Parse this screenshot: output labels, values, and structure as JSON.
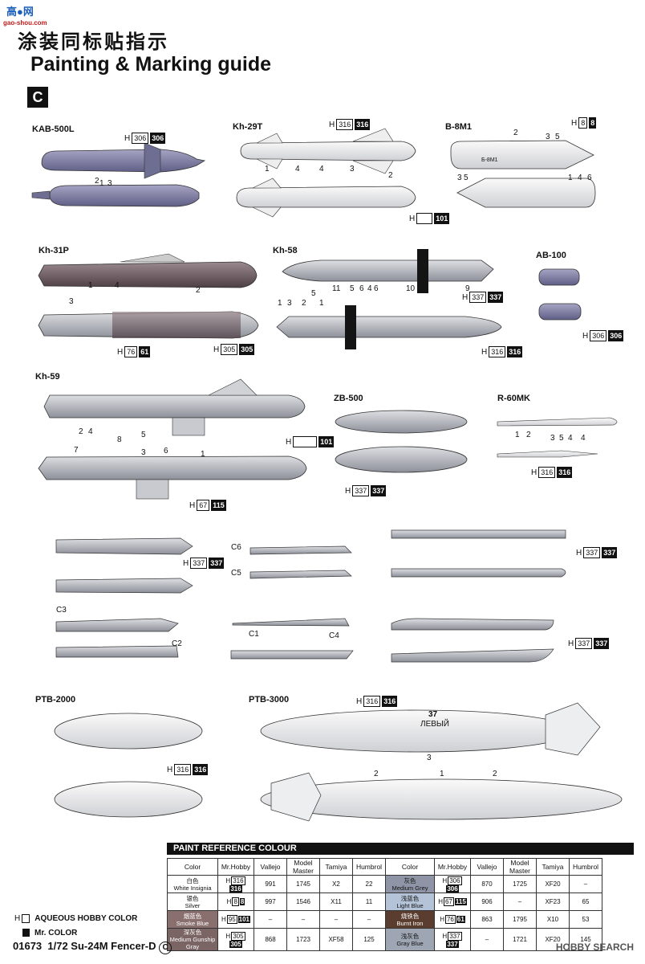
{
  "site": {
    "logo": "高●网",
    "sub": "gao-shou.com"
  },
  "title_cn": "涂装同标贴指示",
  "title_en": "Painting & Marking guide",
  "scheme": "C",
  "labels": {
    "kab": "KAB-500L",
    "kh29": "Kh-29T",
    "b8": "B-8M1",
    "kh31": "Kh-31P",
    "kh58": "Kh-58",
    "ab": "AB-100",
    "kh59": "Kh-59",
    "zb": "ZB-500",
    "r60": "R-60MK",
    "ptb2": "PTB-2000",
    "ptb3": "PTB-3000",
    "c6": "C6",
    "c5": "C5",
    "c3": "C3",
    "c2": "C2",
    "c1": "C1",
    "c4": "C4",
    "ptb_text_num": "37",
    "ptb_text": "ЛЕВЫЙ",
    "b8_text": "Б-8М1"
  },
  "hcodes": {
    "h": "H",
    "c306": "306",
    "c316": "316",
    "c8": "8",
    "c101": "101",
    "c337": "337",
    "c76": "76",
    "c61": "61",
    "c305": "305",
    "c67": "67",
    "c115": "115"
  },
  "nums": {
    "n1": "1",
    "n2": "2",
    "n3": "3",
    "n4": "4",
    "n5": "5",
    "n6": "6",
    "n7": "7",
    "n8": "8",
    "n9": "9",
    "n10": "10",
    "n11": "11"
  },
  "paint": {
    "heading": "PAINT  REFERENCE COLOUR",
    "headers": [
      "Color",
      "Mr.Hobby",
      "Vallejo",
      "Model Master",
      "Tamiya",
      "Humbrol"
    ],
    "left": [
      {
        "cn": "白色",
        "en": "White Insignia",
        "h": "316",
        "m": "316",
        "vallejo": "991",
        "mm": "1745",
        "tamiya": "X2",
        "humbrol": "22",
        "bg": "#ffffff",
        "fg": "#111"
      },
      {
        "cn": "银色",
        "en": "Silver",
        "h": "8",
        "m": "8",
        "vallejo": "997",
        "mm": "1546",
        "tamiya": "X11",
        "humbrol": "11",
        "bg": "#ffffff",
        "fg": "#111"
      },
      {
        "cn": "烟蓝色",
        "en": "Smoke Blue",
        "h": "95",
        "m": "101",
        "vallejo": "–",
        "mm": "–",
        "tamiya": "–",
        "humbrol": "–",
        "bg": "#8a6f6f",
        "fg": "#fff"
      },
      {
        "cn": "深灰色",
        "en": "Medium Gunship Gray",
        "h": "305",
        "m": "305",
        "vallejo": "868",
        "mm": "1723",
        "tamiya": "XF58",
        "humbrol": "125",
        "bg": "#7a6464",
        "fg": "#fff"
      }
    ],
    "right": [
      {
        "cn": "灰色",
        "en": "Medium Grey",
        "h": "306",
        "m": "306",
        "vallejo": "870",
        "mm": "1725",
        "tamiya": "XF20",
        "humbrol": "–",
        "bg": "#8f95a6",
        "fg": "#111"
      },
      {
        "cn": "浅蓝色",
        "en": "Light Blue",
        "h": "67",
        "m": "115",
        "vallejo": "906",
        "mm": "–",
        "tamiya": "XF23",
        "humbrol": "65",
        "bg": "#b5c3d8",
        "fg": "#111"
      },
      {
        "cn": "烧铁色",
        "en": "Burnt Iron",
        "h": "76",
        "m": "61",
        "vallejo": "863",
        "mm": "1795",
        "tamiya": "X10",
        "humbrol": "53",
        "bg": "#5a3d2e",
        "fg": "#fff"
      },
      {
        "cn": "浅灰色",
        "en": "Gray Blue",
        "h": "337",
        "m": "337",
        "vallejo": "–",
        "mm": "1721",
        "tamiya": "XF20",
        "humbrol": "145",
        "bg": "#9ea6b3",
        "fg": "#111"
      }
    ]
  },
  "legend": {
    "aqueous": "AQUEOUS HOBBY COLOR",
    "mr": "Mr. COLOR"
  },
  "footer": {
    "code": "01673",
    "title": "1/72 Su-24M Fencer-D",
    "scheme_mark": "C"
  },
  "watermark": "HOBBY SEARCH",
  "colors": {
    "grey_purple": "#7f7ea4",
    "light": "#e9eaec",
    "silver": "#bcbec6",
    "burnt": "#6e5a5e",
    "black": "#141414",
    "red": "#c03a2e"
  }
}
